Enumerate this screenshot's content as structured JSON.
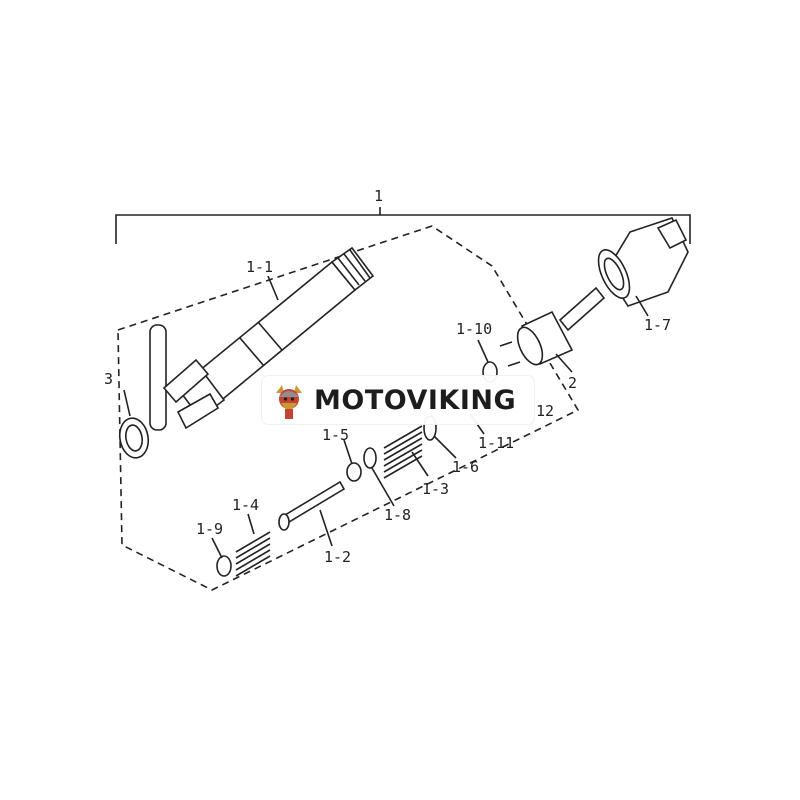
{
  "labels": {
    "assembly": "1",
    "body": "1-1",
    "needle": "1-2",
    "spring_large": "1-3",
    "spring_small": "1-4",
    "washer_a": "1-5",
    "spring_seat": "1-6",
    "retaining_nut": "1-7",
    "washer_b": "1-8",
    "washer_c": "1-9",
    "shim": "1-10",
    "pin": "1-11",
    "gasket": "3",
    "nozzle": "2",
    "part_12": "12"
  },
  "watermark": {
    "brand": "MOTOVIKING"
  },
  "colors": {
    "line": "#222222",
    "background": "#ffffff",
    "logo_red": "#c0392b",
    "logo_gold": "#c9932b"
  }
}
